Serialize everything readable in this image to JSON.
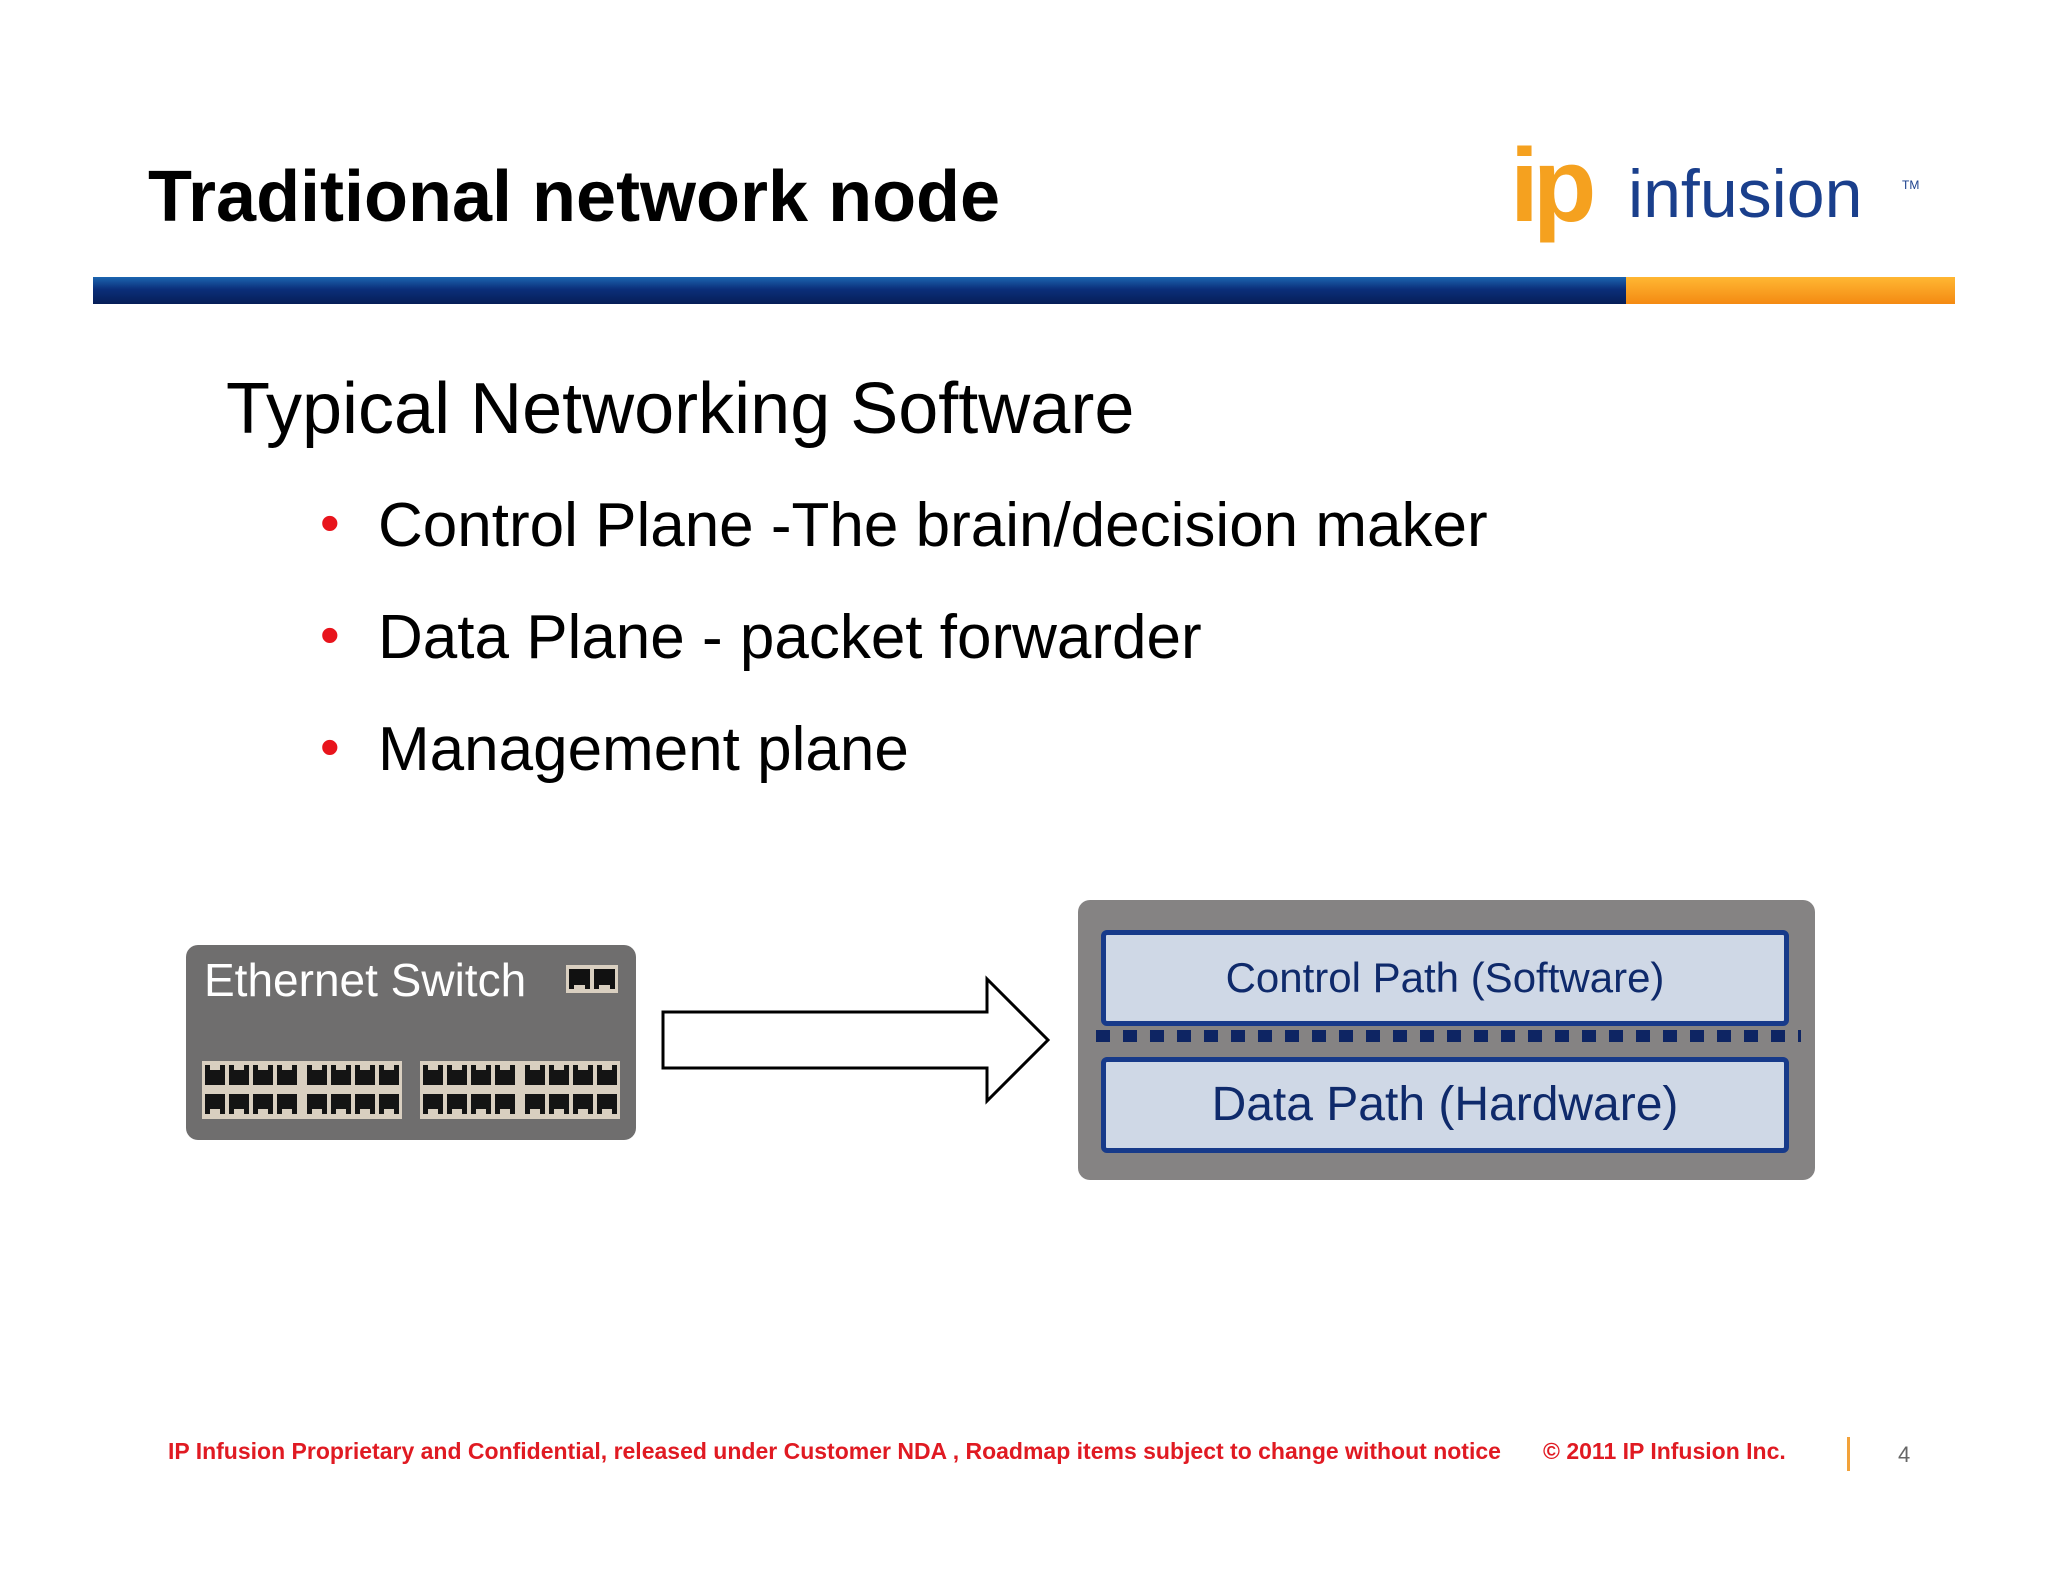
{
  "slide": {
    "title": "Traditional network node",
    "logo": {
      "text_ip": "ip",
      "text_infusion": "infusion",
      "text_tm": "TM",
      "colors": {
        "ip": "#f5a11f",
        "infusion": "#1a3f8c"
      }
    },
    "rule_colors": {
      "blue": "#0b2f7a",
      "orange": "#f48a12"
    },
    "subtitle": "Typical Networking Software",
    "bullets": [
      "Control Plane -The brain/decision maker",
      "Data Plane - packet forwarder",
      "Management plane"
    ],
    "bullet_color": "#e8141c"
  },
  "diagram": {
    "switch": {
      "label": "Ethernet Switch",
      "uplink_icon": "rj45-port-icon",
      "port_icon": "rj45-port-bank-icon"
    },
    "arrow_icon": "right-arrow-icon",
    "stack": {
      "control_path": "Control Path (Software)",
      "data_path": "Data Path (Hardware)",
      "colors": {
        "box_fill": "#cfd8e6",
        "box_border": "#173a8a",
        "text": "#0f2a6b",
        "panel": "#858383"
      }
    }
  },
  "footer": {
    "note": "IP Infusion Proprietary and Confidential, released under Customer NDA , Roadmap items subject to change without notice",
    "copyright": "© 2011 IP Infusion Inc.",
    "page_number": "4",
    "text_color": "#e01a22"
  }
}
